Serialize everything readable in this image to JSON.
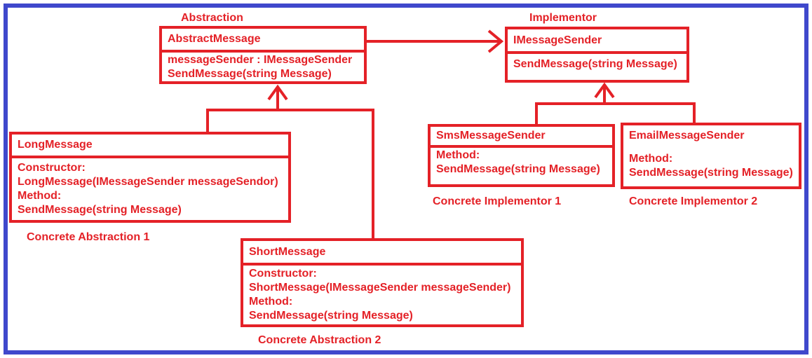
{
  "diagram": {
    "labels": {
      "abstraction": "Abstraction",
      "implementor": "Implementor"
    },
    "classes": {
      "abstract_message": {
        "name": "AbstractMessage",
        "members": [
          "messageSender : IMessageSender",
          "SendMessage(string Message)"
        ]
      },
      "i_message_sender": {
        "name": "IMessageSender",
        "members": [
          "SendMessage(string Message)"
        ]
      },
      "long_message": {
        "name": "LongMessage",
        "members": [
          "Constructor:",
          "LongMessage(IMessageSender messageSendor)",
          "Method:",
          "SendMessage(string Message)"
        ],
        "caption": "Concrete Abstraction 1"
      },
      "short_message": {
        "name": "ShortMessage",
        "members": [
          "Constructor:",
          "ShortMessage(IMessageSender messageSender)",
          "Method:",
          "SendMessage(string Message)"
        ],
        "caption": "Concrete Abstraction 2"
      },
      "sms_message_sender": {
        "name": "SmsMessageSender",
        "members": [
          "Method:",
          "SendMessage(string Message)"
        ],
        "caption": "Concrete Implementor 1"
      },
      "email_message_sender": {
        "name": "EmailMessageSender",
        "members": [
          "Method:",
          "SendMessage(string Message)"
        ],
        "caption": "Concrete Implementor 2"
      }
    },
    "colors": {
      "line_red": "#e42127",
      "frame_blue": "#3f48cc",
      "background": "#ffffff"
    }
  }
}
